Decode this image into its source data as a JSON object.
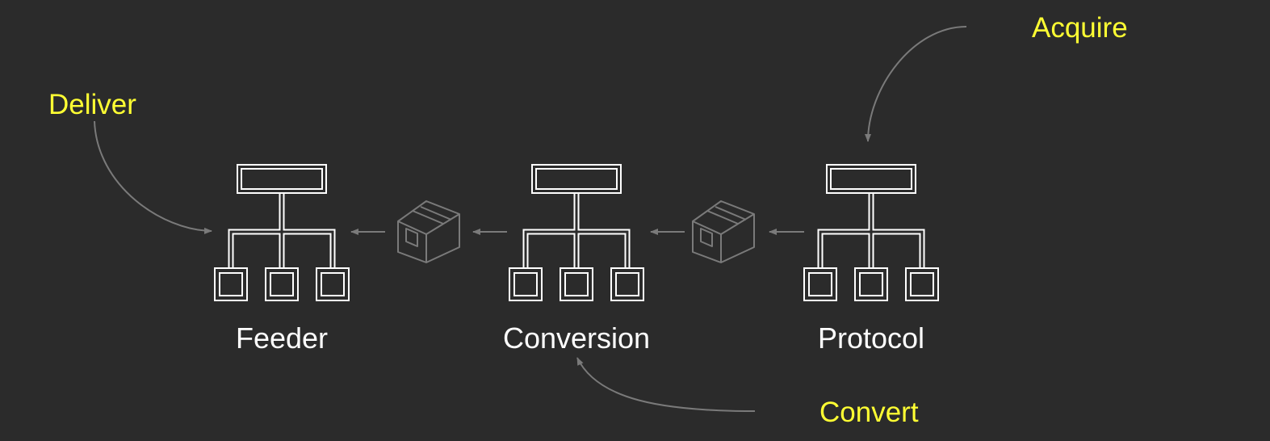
{
  "colors": {
    "background": "#2b2b2b",
    "node": "#ffffff",
    "annotation": "#ffff33",
    "connector": "#7a7a7a"
  },
  "nodes": [
    {
      "id": "feeder",
      "label": "Feeder",
      "icon": "hierarchy-icon"
    },
    {
      "id": "conversion",
      "label": "Conversion",
      "icon": "hierarchy-icon"
    },
    {
      "id": "protocol",
      "label": "Protocol",
      "icon": "hierarchy-icon"
    }
  ],
  "packages": [
    {
      "id": "package-1",
      "icon": "box-icon"
    },
    {
      "id": "package-2",
      "icon": "box-icon"
    }
  ],
  "annotations": {
    "deliver": "Deliver",
    "acquire": "Acquire",
    "convert": "Convert"
  }
}
